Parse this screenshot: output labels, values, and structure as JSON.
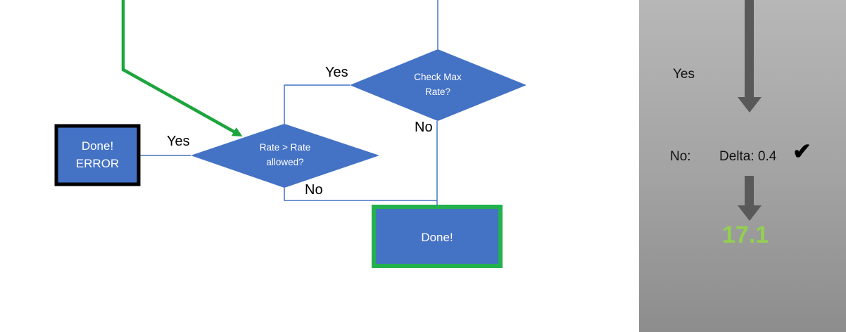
{
  "flowchart": {
    "decision_check_max_rate": {
      "label_line1": "Check Max",
      "label_line2": "Rate?",
      "yes_label": "Yes",
      "no_label": "No"
    },
    "decision_rate_allowed": {
      "label_line1": "Rate > Rate",
      "label_line2": "allowed?",
      "yes_label": "Yes",
      "no_label": "No"
    },
    "error_box": {
      "line1": "Done!",
      "line2": "ERROR"
    },
    "done_box": {
      "label": "Done!"
    }
  },
  "side_panel": {
    "yes_label": "Yes",
    "no_label": "No:",
    "delta_value": "Delta: 0.4",
    "checkmark": "✔",
    "result_value": "17.1"
  },
  "colors": {
    "shape_fill": "#4472C4",
    "connector_blue": "#4472C4",
    "flow_green": "#1CA53C",
    "done_border_green": "#23B14D",
    "arrow_gray": "#595959",
    "result_green": "#92D050"
  }
}
